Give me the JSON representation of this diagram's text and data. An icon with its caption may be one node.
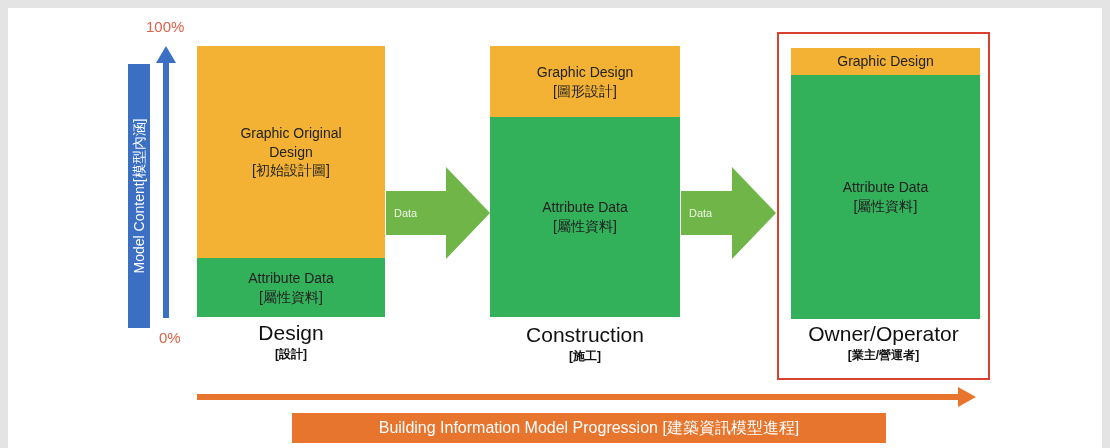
{
  "diagram": {
    "nodes": [
      {
        "text": [
          "Design",
          "[設計]"
        ]
      },
      {
        "text": [
          "Graphic Original Design [初始設計圖]"
        ],
        "in": 0
      },
      {
        "text": [
          "Attribute Data [屬性資料]"
        ],
        "in": 0
      },
      {
        "text": [
          "Construction",
          "[施工]"
        ]
      },
      {
        "text": [
          "Graphic Design [圖形設計]"
        ],
        "in": 3
      },
      {
        "text": [
          "Attribute Data [屬性資料]"
        ],
        "in": 3
      },
      {
        "text": [
          "Owner/Operator",
          "[業主/營運者]"
        ]
      },
      {
        "text": [
          "Graphic Design"
        ],
        "in": 6
      },
      {
        "text": [
          "Attribute Data [屬性資料]"
        ],
        "in": 6
      }
    ],
    "edges": [
      {
        "from": 0,
        "to": 3,
        "arrow": "to",
        "label": "Data"
      },
      {
        "from": 3,
        "to": 6,
        "arrow": "to",
        "label": "Data"
      }
    ],
    "labels": [
      "100%",
      "Model Content[模型內涵]",
      "0%",
      "Building Information Model Progression [建築資訊模型進程]"
    ]
  }
}
